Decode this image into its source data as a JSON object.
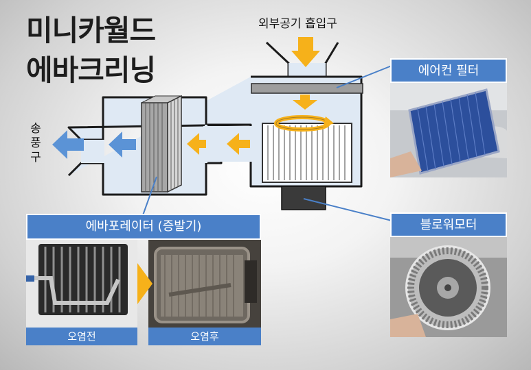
{
  "title": {
    "line1": "미니카월드",
    "line2": "에바크리닝"
  },
  "labels": {
    "intake": "외부공기 흡입구",
    "outlet": "송풍구"
  },
  "panels": {
    "evaporator": {
      "title": "에바포레이터 (증발기)",
      "before": "오염전",
      "after": "오염후"
    },
    "filter": {
      "title": "에어컨 필터"
    },
    "motor": {
      "title": "블로워모터"
    }
  },
  "colors": {
    "accent_blue": "#4a80c8",
    "arrow_orange": "#f6b11a",
    "arrow_blue": "#5b93d6",
    "duct_fill": "#dfe9f4"
  },
  "icons": [
    "arrow-down-icon",
    "arrow-left-icon",
    "swirl-arrow-icon"
  ]
}
